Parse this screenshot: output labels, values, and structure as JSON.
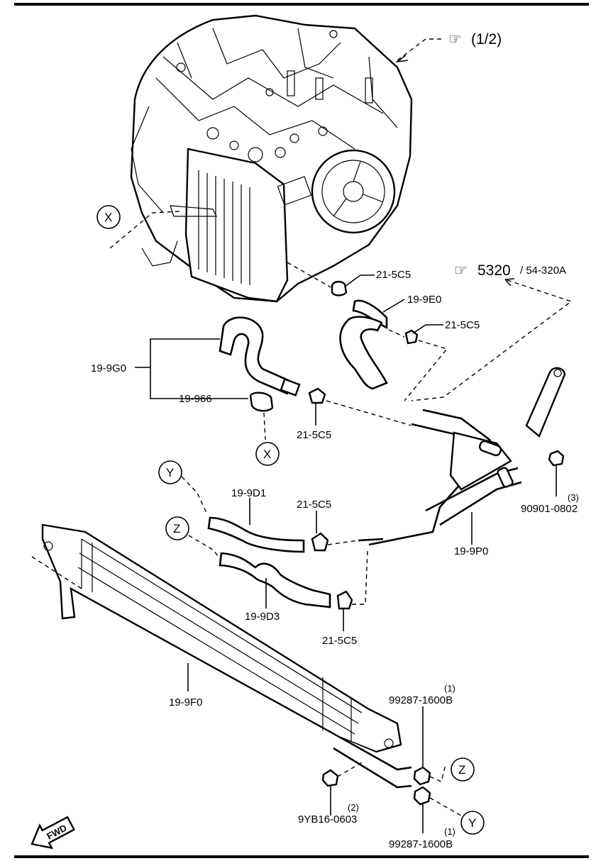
{
  "reference_top": {
    "main": "(1/2)"
  },
  "reference_right": {
    "main": "5320",
    "sub": "/ 54-320A"
  },
  "callouts": {
    "x": "X",
    "y": "Y",
    "z": "Z"
  },
  "labels": {
    "clamp_a": "21-5C5",
    "clamp_b": "21-5C5",
    "clamp_c": "21-5C5",
    "clamp_d": "21-5C5",
    "clamp_e": "21-5C5",
    "hose_9e0": "19-9E0",
    "hose_9g0": "19-9G0",
    "hose_966": "19-966",
    "hose_9d1": "19-9D1",
    "hose_9d3": "19-9D3",
    "pipe_9p0": "19-9P0",
    "cooler_9f0": "19-9F0",
    "nut_90901": "90901-0802",
    "nut_90901_qty": "(3)",
    "bolt_top": "99287-1600B",
    "bolt_top_qty": "(1)",
    "bolt_bottom": "99287-1600B",
    "bolt_bottom_qty": "(1)",
    "nut_9yb16": "9YB16-0603",
    "nut_9yb16_qty": "(2)",
    "fwd": "FWD"
  }
}
